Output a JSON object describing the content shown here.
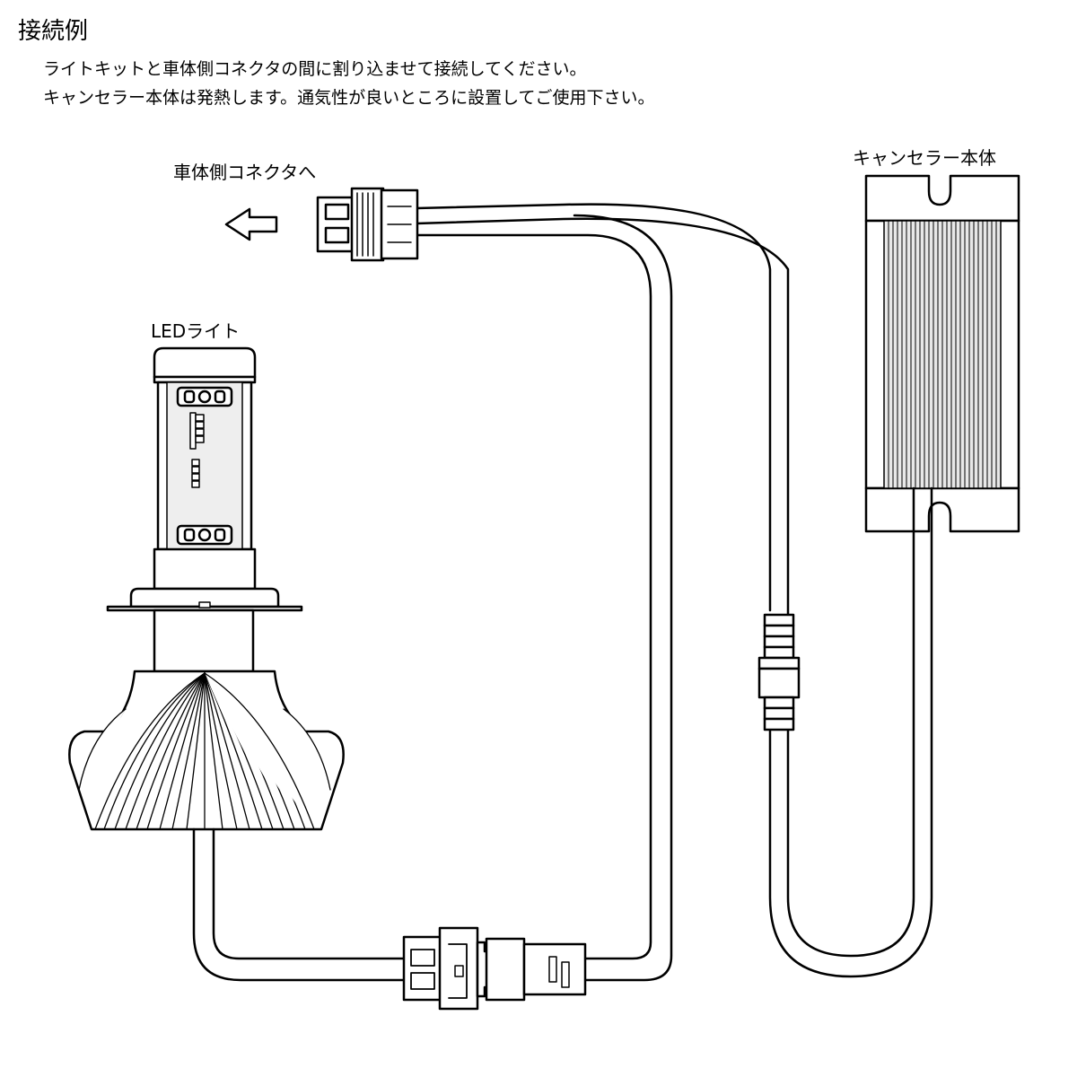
{
  "heading": "接続例",
  "description": [
    "ライトキットと車体側コネクタの間に割り込ませて接続してください。",
    "キャンセラー本体は発熱します。通気性が良いところに設置してご使用下さい。"
  ],
  "labels": {
    "to_vehicle": "車体側コネクタへ",
    "canceller": "キャンセラー本体",
    "led": "LEDライト"
  },
  "colors": {
    "line": "#000000",
    "background": "#ffffff",
    "shade": "#e0e0e0"
  }
}
